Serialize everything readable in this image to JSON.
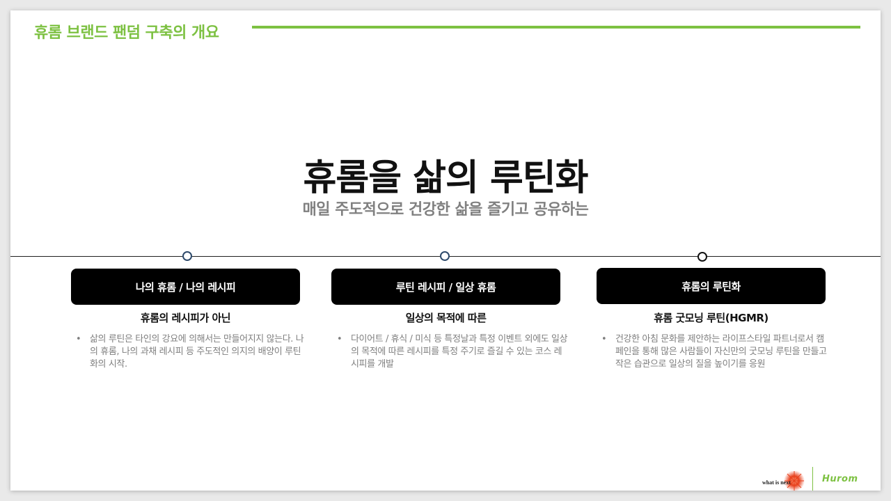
{
  "header": {
    "title": "휴롬 브랜드 팬덤 구축의 개요"
  },
  "main": {
    "heading": "휴롬을 삶의 루틴화",
    "subheading": "매일 주도적으로 건강한 삶을 즐기고 공유하는"
  },
  "columns": [
    {
      "pill": "나의 휴롬 / 나의 레시피",
      "subtitle": "휴롬의 레시피가 아닌",
      "bullet": "삶의 루틴은 타인의 강요에 의해서는 만들어지지 않는다. 나의 휴롬, 나의 과채 레시피 등 주도적인 의지의 배양이 루틴화의 시작."
    },
    {
      "pill": "루틴 레시피 / 일상 휴롬",
      "subtitle": "일상의 목적에 따른",
      "bullet": "다이어트 / 휴식 / 미식 등 특정날과 특정 이벤트 외에도 일상의 목적에 따른 레시피를 특정 주기로 즐길 수 있는 코스 레시피를 개발"
    },
    {
      "pill": "휴롬의 루틴화",
      "subtitle": "휴롬 굿모닝 루틴(HGMR)",
      "bullet": "건강한 아침 문화를 제안하는 라이프스타일 파트너로서 캠페인을 통해 많은 사람들이 자신만의 굿모닝 루틴을 만들고 작은 습관으로 일상의 질을 높이기를 응원"
    }
  ],
  "bullet_mark": "•",
  "footer": {
    "logo_left_text": "what is next",
    "logo_right_text": "Hurom"
  },
  "colors": {
    "accent_green": "#7dc142",
    "pill_black": "#000000",
    "body_gray": "#7f7f7f"
  }
}
